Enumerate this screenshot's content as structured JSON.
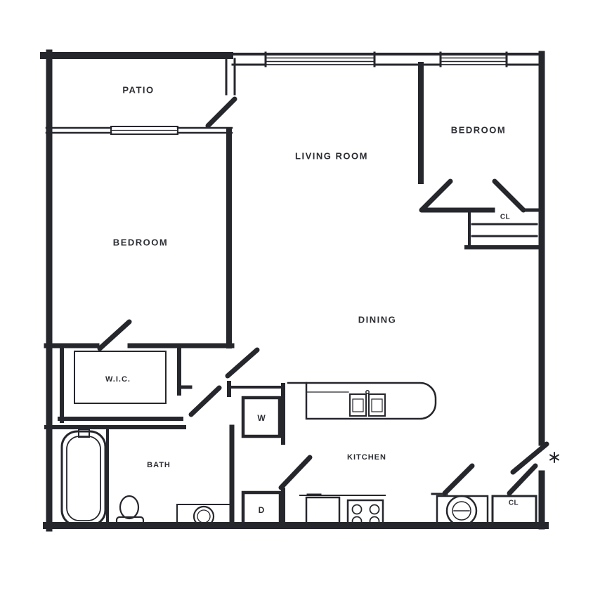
{
  "title": "Apartment floor plan",
  "colors": {
    "background": "#ffffff",
    "wall": "#26272d",
    "text": "#2b2d33"
  },
  "rooms": {
    "patio": {
      "label": "PATIO"
    },
    "living": {
      "label": "LIVING ROOM"
    },
    "bedroom_right": {
      "label": "BEDROOM"
    },
    "bedroom_left": {
      "label": "BEDROOM"
    },
    "dining": {
      "label": "DINING"
    },
    "wic": {
      "label": "W.I.C."
    },
    "bath": {
      "label": "BATH"
    },
    "kitchen": {
      "label": "KITCHEN"
    }
  },
  "fixtures": {
    "washer": {
      "label": "W"
    },
    "dryer": {
      "label": "D"
    },
    "closet_bedroom": {
      "label": "CL"
    },
    "closet_entry": {
      "label": "CL"
    }
  }
}
